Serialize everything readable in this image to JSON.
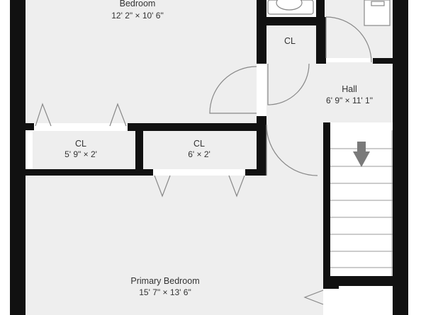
{
  "rooms": {
    "bedroom": {
      "name": "Bedroom",
      "dims": "12' 2\" × 10' 6\""
    },
    "closet_top": {
      "name": "CL"
    },
    "hall": {
      "name": "Hall",
      "dims": "6' 9\" × 11' 1\""
    },
    "closet_left": {
      "name": "CL",
      "dims": "5' 9\" × 2'"
    },
    "closet_mid": {
      "name": "CL",
      "dims": "6' × 2'"
    },
    "primary_bedroom": {
      "name": "Primary Bedroom",
      "dims": "15' 7\" × 13' 6\""
    }
  },
  "colors": {
    "floor": "#eeeeee",
    "wall": "#111111",
    "door_arc": "#888888",
    "stair_arrow": "#7a7a7a",
    "text": "#333333"
  }
}
